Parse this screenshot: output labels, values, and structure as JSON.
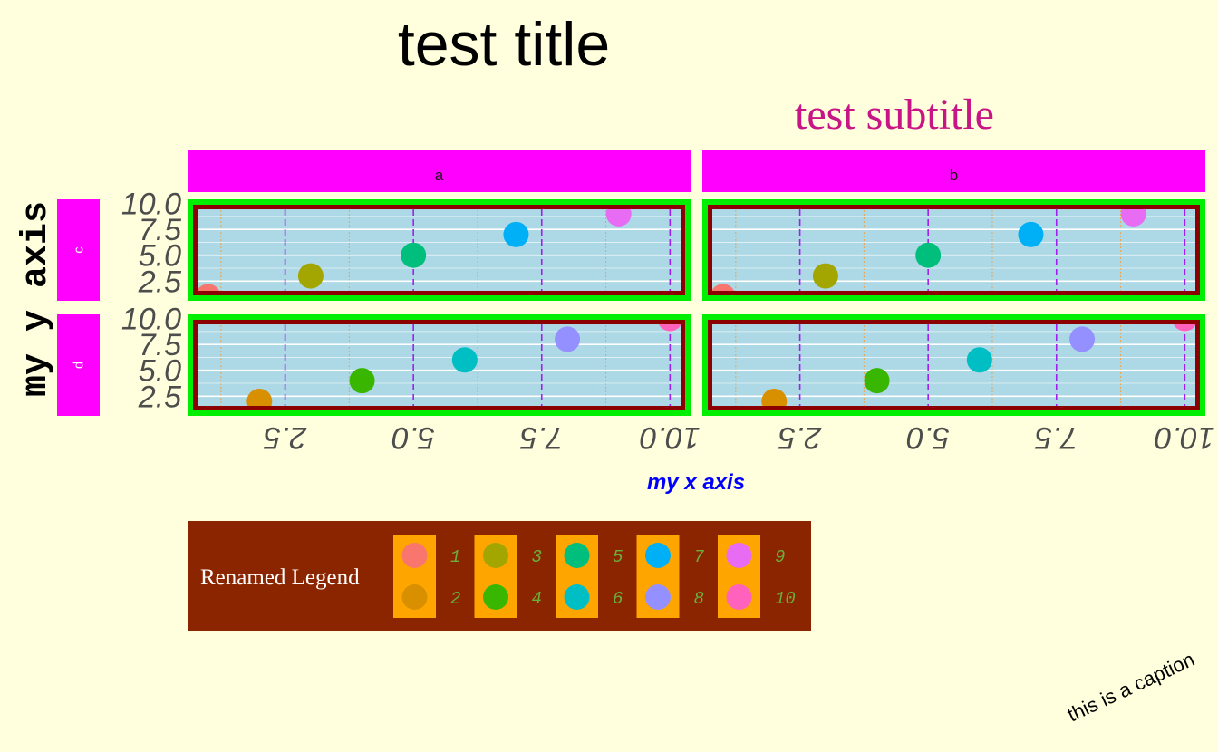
{
  "chart_data": {
    "type": "scatter",
    "title": "test title",
    "subtitle": "test subtitle",
    "xlabel": "my x axis",
    "ylabel": "my y axis",
    "caption": "this is a caption",
    "xlim": [
      0.6,
      10.4
    ],
    "ylim": [
      0.6,
      10.4
    ],
    "x_ticks": [
      "2.5",
      "5.0",
      "7.5",
      "10.0"
    ],
    "y_ticks": [
      "2.5",
      "5.0",
      "7.5",
      "10.0"
    ],
    "facet_cols": [
      "a",
      "b"
    ],
    "facet_rows": [
      "c",
      "d"
    ],
    "legend": {
      "title": "Renamed Legend",
      "position": "bottom",
      "labels": [
        "1",
        "2",
        "3",
        "4",
        "5",
        "6",
        "7",
        "8",
        "9",
        "10"
      ]
    },
    "series_colors": [
      "#F8766D",
      "#D89000",
      "#A3A500",
      "#39B600",
      "#00BF7D",
      "#00BFC4",
      "#00B0F6",
      "#9590FF",
      "#E76BF3",
      "#FF62BC"
    ],
    "panels": [
      {
        "col": "a",
        "row": "c",
        "points": [
          {
            "x": 1,
            "y": 1,
            "group": "1"
          },
          {
            "x": 3,
            "y": 3,
            "group": "3"
          },
          {
            "x": 5,
            "y": 5,
            "group": "5"
          },
          {
            "x": 7,
            "y": 7,
            "group": "7"
          },
          {
            "x": 9,
            "y": 9,
            "group": "9"
          }
        ]
      },
      {
        "col": "b",
        "row": "c",
        "points": [
          {
            "x": 1,
            "y": 1,
            "group": "1"
          },
          {
            "x": 3,
            "y": 3,
            "group": "3"
          },
          {
            "x": 5,
            "y": 5,
            "group": "5"
          },
          {
            "x": 7,
            "y": 7,
            "group": "7"
          },
          {
            "x": 9,
            "y": 9,
            "group": "9"
          }
        ]
      },
      {
        "col": "a",
        "row": "d",
        "points": [
          {
            "x": 2,
            "y": 2,
            "group": "2"
          },
          {
            "x": 4,
            "y": 4,
            "group": "4"
          },
          {
            "x": 6,
            "y": 6,
            "group": "6"
          },
          {
            "x": 8,
            "y": 8,
            "group": "8"
          },
          {
            "x": 10,
            "y": 10,
            "group": "10"
          }
        ]
      },
      {
        "col": "b",
        "row": "d",
        "points": [
          {
            "x": 2,
            "y": 2,
            "group": "2"
          },
          {
            "x": 4,
            "y": 4,
            "group": "4"
          },
          {
            "x": 6,
            "y": 6,
            "group": "6"
          },
          {
            "x": 8,
            "y": 8,
            "group": "8"
          },
          {
            "x": 10,
            "y": 10,
            "group": "10"
          }
        ]
      }
    ]
  },
  "colors": {
    "background": "#FFFFDD",
    "panel_fill": "#ADD8E6",
    "panel_border": "#8B0000",
    "panel_outer_border": "#00EE00",
    "strip_fill": "#FF00FF",
    "major_grid_x": "#A020F0",
    "minor_grid_x": "#E6A756",
    "grid_y": "#FFFFFF",
    "legend_bg": "#8B2500",
    "legend_key_bg": "#FFA500",
    "legend_label": "#6AAF3A",
    "subtitle": "#C71585",
    "xlabel": "#0000FF",
    "tick_text": "#4D4D4D"
  }
}
